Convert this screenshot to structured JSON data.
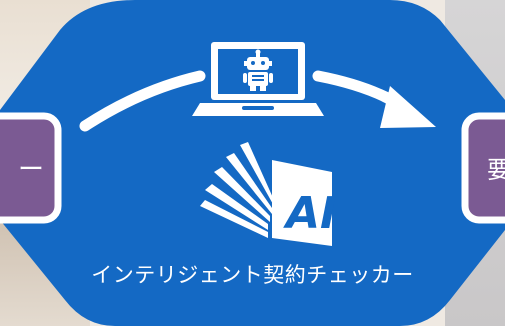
{
  "diagram": {
    "product_name": "インテリジェント契約チェッカー",
    "left_box_text": "ー",
    "right_box_text": "要",
    "colors": {
      "primary_blue": "#1469c4",
      "box_purple": "#7b5a93",
      "white": "#ffffff"
    },
    "icons": {
      "laptop": "laptop-icon",
      "robot": "robot-icon",
      "ai_book": "ai-book-icon",
      "arrow": "curved-arrow-icon"
    }
  }
}
